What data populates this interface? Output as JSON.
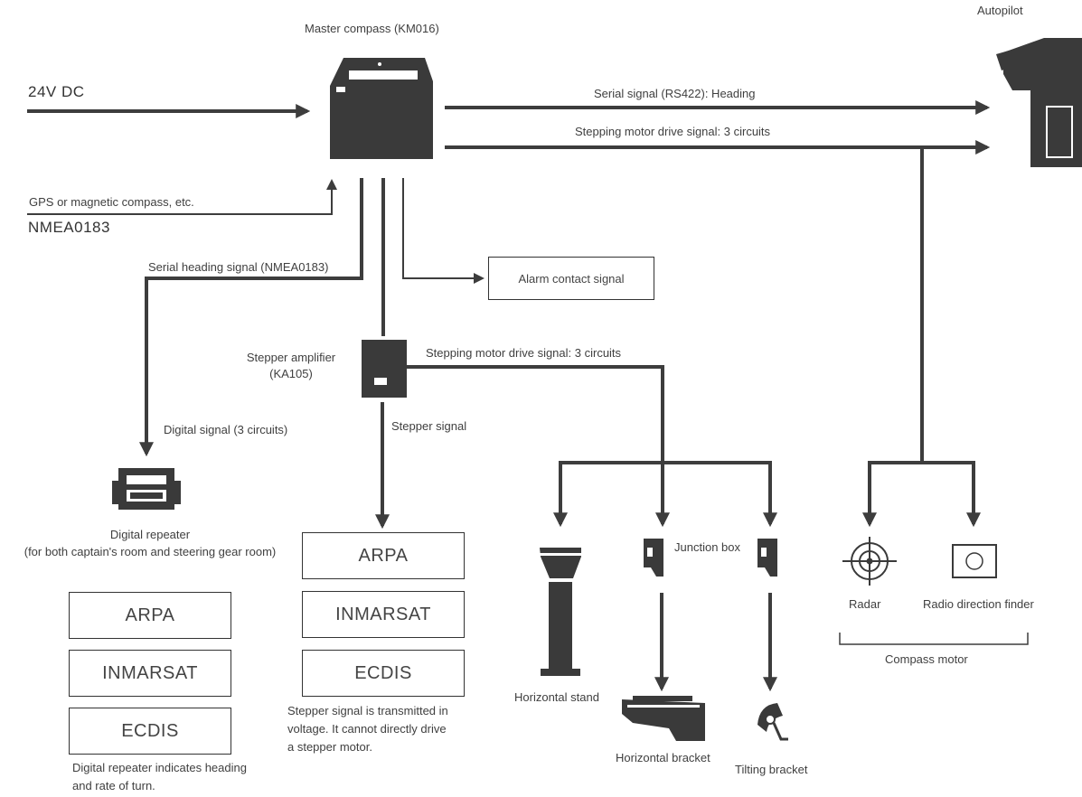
{
  "master_compass": {
    "label": "Master compass (KM016)"
  },
  "autopilot": {
    "label": "Autopilot"
  },
  "power": {
    "label": "24V DC"
  },
  "inputs": {
    "gps_label": "GPS or magnetic compass, etc.",
    "nmea_label": "NMEA0183"
  },
  "signals": {
    "serial_rs422": "Serial signal (RS422): Heading",
    "stepping_top": "Stepping motor drive signal: 3 circuits",
    "serial_heading": "Serial heading signal (NMEA0183)",
    "stepping_amp": "Stepping motor drive signal: 3 circuits",
    "digital_signal": "Digital signal (3 circuits)",
    "stepper_signal": "Stepper signal"
  },
  "alarm": {
    "label": "Alarm contact signal"
  },
  "stepper_amplifier": {
    "line1": "Stepper amplifier",
    "line2": "(KA105)"
  },
  "digital_repeater": {
    "line1": "Digital repeater",
    "line2": "(for both captain's room and steering gear room)"
  },
  "left_boxes": [
    "ARPA",
    "INMARSAT",
    "ECDIS"
  ],
  "mid_boxes": [
    "ARPA",
    "INMARSAT",
    "ECDIS"
  ],
  "notes": {
    "digital_repeater_line1": "Digital repeater indicates heading",
    "digital_repeater_line2": "and rate of turn.",
    "stepper_line1": "Stepper signal is transmitted in",
    "stepper_line2": "voltage.  It cannot directly drive",
    "stepper_line3": "a stepper motor."
  },
  "devices": {
    "junction_box": "Junction box",
    "horizontal_stand": "Horizontal stand",
    "horizontal_bracket": "Horizontal bracket",
    "tilting_bracket": "Tilting bracket",
    "radar": "Radar",
    "rdf": "Radio direction finder",
    "compass_motor": "Compass motor"
  },
  "colors": {
    "ink": "#333333",
    "line": "#3d3d3d"
  }
}
